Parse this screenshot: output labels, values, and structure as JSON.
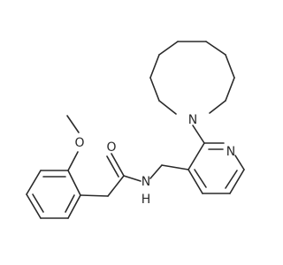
{
  "molecule": {
    "atom_labels": {
      "methoxy_oxygen": "O",
      "carbonyl_oxygen": "O",
      "amide_nitrogen": "N",
      "amide_hydrogen": "H",
      "azocane_nitrogen": "N",
      "pyridine_nitrogen": "N"
    },
    "colors": {
      "bond": "#2a2a2a",
      "label": "#2a2a2a",
      "background": "#ffffff"
    }
  }
}
